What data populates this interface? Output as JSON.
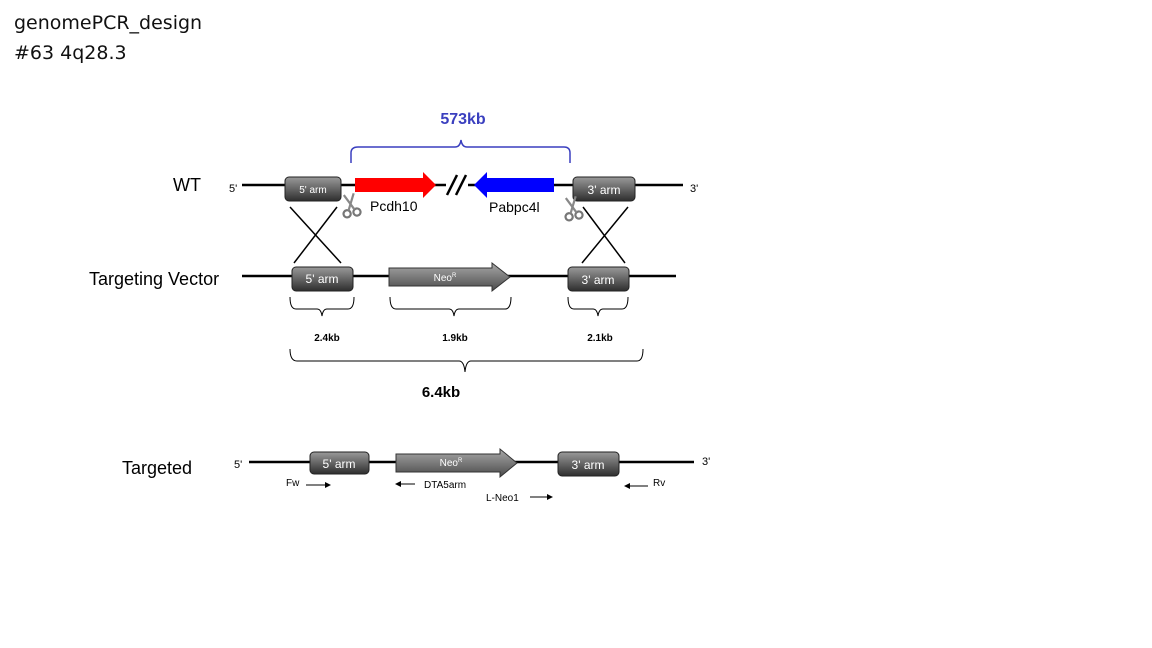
{
  "title": {
    "line1": "genomePCR_design",
    "line2": "#63   4q28.3"
  },
  "colors": {
    "deletion_label": "#3a3fbf",
    "pcdh10": "#ff0000",
    "pabpc4l": "#0000ff",
    "arm_box": "#6a6a6a",
    "neo": "#7a7a7a"
  },
  "icons": [
    "scissors-icon",
    "double-slash-break-icon",
    "arrow-icon"
  ],
  "wt": {
    "label": "WT",
    "five_prime": "5'",
    "three_prime": "3'",
    "arm5": "5' arm",
    "arm3": "3' arm",
    "gene1": "Pcdh10",
    "gene2": "Pabpc4l",
    "deletion_size": "573kb"
  },
  "vector": {
    "label": "Targeting Vector",
    "arm5": "5' arm",
    "neo": "Neo",
    "neo_sup": "R",
    "arm3": "3' arm",
    "arm5_size": "2.4kb",
    "neo_size": "1.9kb",
    "arm3_size": "2.1kb",
    "total_size": "6.4kb"
  },
  "targeted": {
    "label": "Targeted",
    "five_prime": "5'",
    "three_prime": "3'",
    "arm5": "5' arm",
    "neo": "Neo",
    "neo_sup": "R",
    "arm3": "3' arm",
    "primers": {
      "fw": "Fw",
      "dta": "DTA5arm",
      "lneo": "L-Neo1",
      "rv": "Rv"
    }
  }
}
